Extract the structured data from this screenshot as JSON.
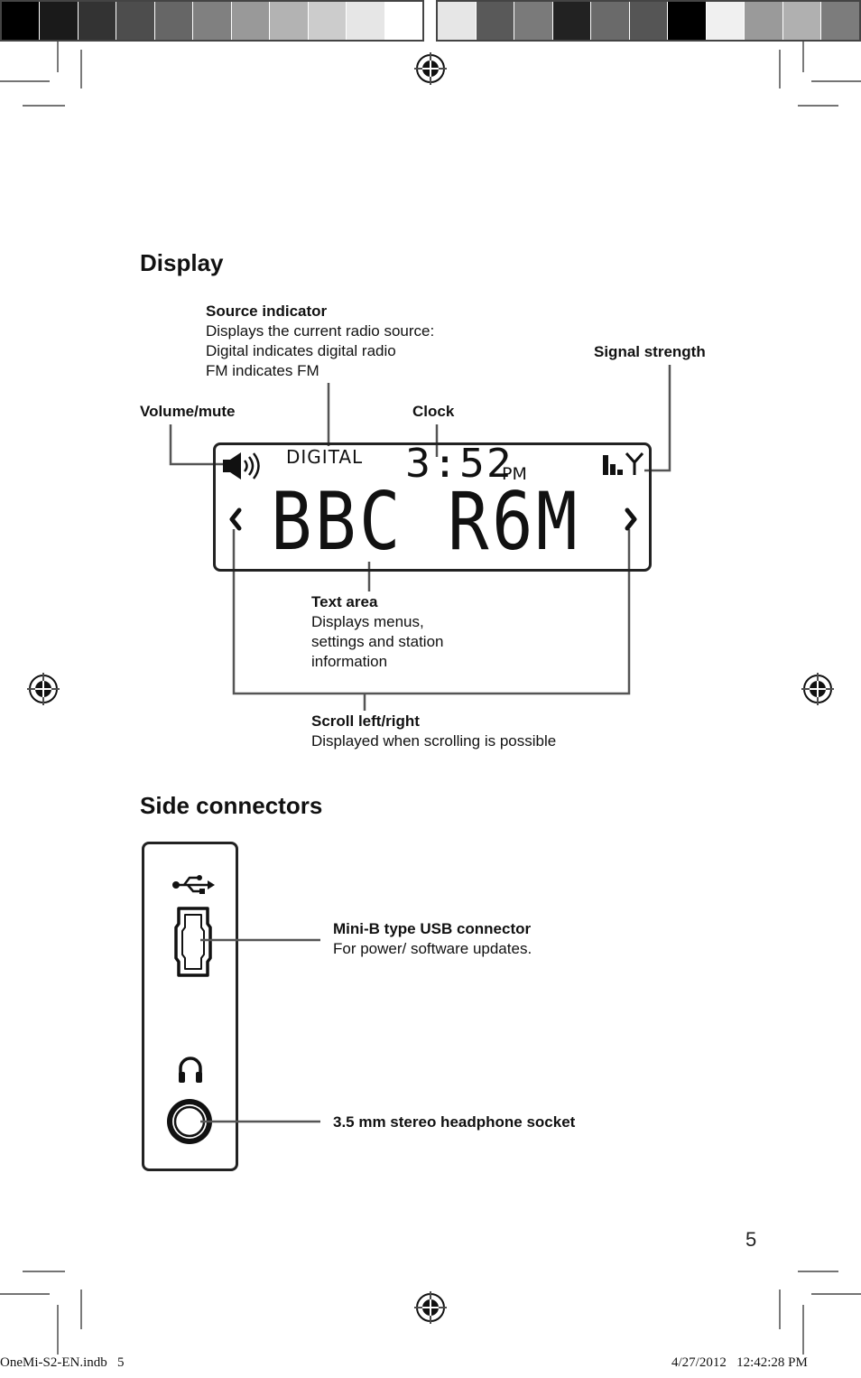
{
  "color_bar": {
    "left_swatches": [
      "#000000",
      "#1a1a1a",
      "#333333",
      "#4d4d4d",
      "#666666",
      "#808080",
      "#999999",
      "#b3b3b3",
      "#cccccc",
      "#e6e6e6",
      "#ffffff"
    ],
    "right_swatches": [
      "#e6e6e6",
      "#595959",
      "#7a7a7a",
      "#222222",
      "#6a6a6a",
      "#555555",
      "#000000",
      "#f0f0f0",
      "#9a9a9a",
      "#b0b0b0",
      "#7c7c7c"
    ]
  },
  "display_section": {
    "heading": "Display",
    "source_indicator": {
      "title": "Source indicator",
      "lines": [
        "Displays the current radio source:",
        "Digital indicates digital radio",
        "FM indicates FM"
      ]
    },
    "signal_strength": "Signal strength",
    "volume_mute": "Volume/mute",
    "clock": "Clock",
    "lcd": {
      "source_text": "DIGITAL",
      "time": "3:52",
      "ampm": "PM",
      "station": "BBC R6M",
      "icons": [
        "speaker-icon",
        "signal-bars-icon",
        "antenna-icon",
        "chevron-left-icon",
        "chevron-right-icon"
      ]
    },
    "text_area": {
      "title": "Text area",
      "lines": [
        "Displays menus,",
        "settings and station",
        "information"
      ]
    },
    "scroll": {
      "title": "Scroll left/right",
      "line": "Displayed when scrolling is possible"
    }
  },
  "connectors_section": {
    "heading": "Side connectors",
    "usb": {
      "title": "Mini-B type USB connector",
      "line": "For power/ software updates."
    },
    "headphone": {
      "title": "3.5 mm stereo headphone socket"
    },
    "icons": [
      "usb-icon",
      "mini-usb-port-icon",
      "headphone-icon",
      "headphone-socket-icon"
    ]
  },
  "page_number": "5",
  "footer": {
    "file": "OneMi-S2-EN.indb   5",
    "timestamp": "4/27/2012   12:42:28 PM"
  }
}
